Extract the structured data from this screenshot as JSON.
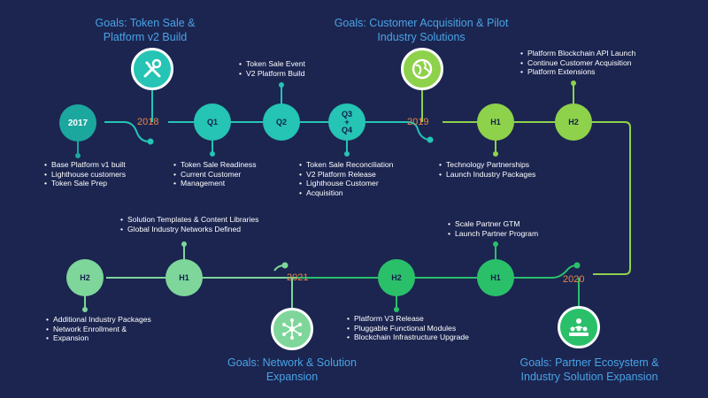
{
  "goals": {
    "token_sale": [
      "Goals: Token Sale &",
      "Platform v2 Build"
    ],
    "customer_acquisition": [
      "Goals: Customer Acquisition & Pilot",
      "Industry Solutions"
    ],
    "network_solution": [
      "Goals: Network & Solution",
      "Expansion"
    ],
    "partner_ecosystem": [
      "Goals: Partner Ecosystem &",
      "Industry Solution Expansion"
    ]
  },
  "years": {
    "y2018": "2018",
    "y2019": "2019",
    "y2020": "2020",
    "y2021": "2021"
  },
  "nodes": {
    "n2017": "2017",
    "q1": "Q1",
    "q2": "Q2",
    "q34": [
      "Q3",
      "+",
      "Q4"
    ],
    "h1_2019": "H1",
    "h2_2019": "H2",
    "h1_2020": "H1",
    "h2_2020": "H2",
    "h1_2021": "H1",
    "h2_2021": "H2"
  },
  "bullets": {
    "b2017": [
      "Base Platform v1 built",
      "Lighthouse customers",
      "Token Sale Prep"
    ],
    "q1": [
      "Token Sale Readiness",
      "Current Customer",
      "Management"
    ],
    "q2": [
      "Token Sale Event",
      "V2 Platform Build"
    ],
    "q34": [
      "Token Sale Reconciliation",
      "V2 Platform Release",
      "Lighthouse Customer",
      "Acquisition"
    ],
    "h1_2019": [
      "Technology Partnerships",
      "Launch Industry Packages"
    ],
    "h2_2019": [
      "Platform Blockchain API Launch",
      "Continue Customer Acquisition",
      "Platform Extensions"
    ],
    "h1_2020": [
      "Scale Partner GTM",
      "Launch Partner Program"
    ],
    "h2_2020": [
      "Platform V3 Release",
      "Pluggable Functional Modules",
      "Blockchain Infrastructure Upgrade"
    ],
    "h1_2021": [
      "Solution Templates & Content Libraries",
      "Global Industry Networks Defined"
    ],
    "h2_2021": [
      "Additional Industry Packages",
      "Network Enrollment &",
      "Expansion"
    ]
  },
  "colors": {
    "background": "#1b2550",
    "goal_text": "#4aa3e6",
    "year_text": "#e8874a",
    "teal": "#25c4b4",
    "lime": "#8ed14a",
    "green": "#2ac06a",
    "mint": "#7ed69a"
  },
  "icons": {
    "token_sale": "tools-icon",
    "customer_acquisition": "globe-icon",
    "network_solution": "network-icon",
    "partner_ecosystem": "people-icon"
  }
}
